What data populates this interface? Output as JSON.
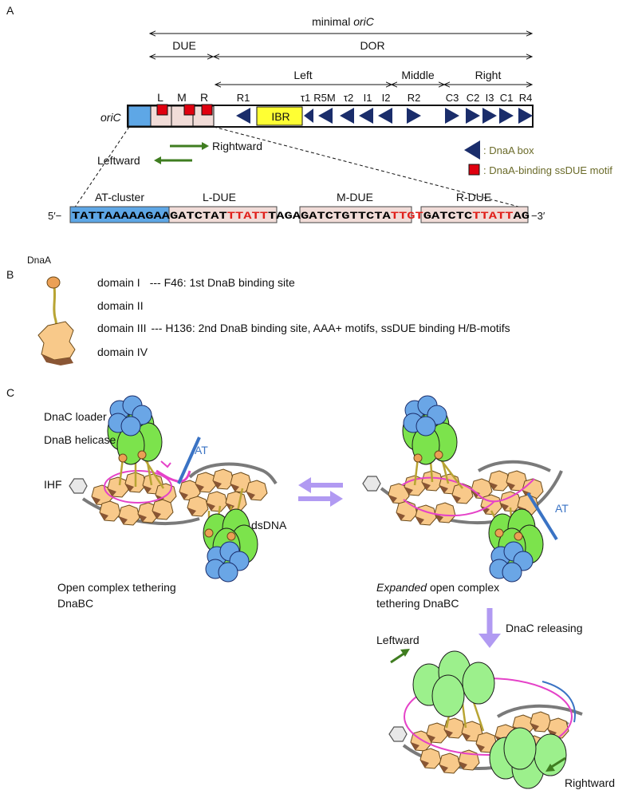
{
  "panel_labels": {
    "a": "A",
    "b": "B",
    "c": "C"
  },
  "panel_a": {
    "minimal_oric": {
      "prefix": "minimal ",
      "italic": "oriC"
    },
    "due": "DUE",
    "dor": "DOR",
    "left": "Left",
    "middle": "Middle",
    "right": "Right",
    "due_small": [
      "L",
      "M",
      "R"
    ],
    "box_labels": [
      "R1",
      "τ1",
      "R5M",
      "τ2",
      "I1",
      "I2",
      "R2",
      "C3",
      "C2",
      "I3",
      "C1",
      "R4"
    ],
    "oric_label": "oriC",
    "ibr": "IBR",
    "rightward": "Rightward",
    "leftward": "Leftward",
    "legend_dnaa_box": ": DnaA box",
    "legend_ssdue_motif": ": DnaA-binding ssDUE motif",
    "seg_labels": [
      "AT-cluster",
      "L-DUE",
      "M-DUE",
      "R-DUE"
    ],
    "seq_prefix": "5′−",
    "seq_suffix": "−3′",
    "seq_parts": [
      {
        "text": "TATTAAAAAGAA",
        "color": "#111111"
      },
      {
        "text": "GATCTAT",
        "color": "#111111"
      },
      {
        "text": "TTATT",
        "color": "#e0201b"
      },
      {
        "text": "TAGA",
        "color": "#111111"
      },
      {
        "text": "GATCTGTTCTA",
        "color": "#111111"
      },
      {
        "text": "TTGT",
        "color": "#e0201b"
      },
      {
        "text": "GATCTC",
        "color": "#111111"
      },
      {
        "text": "TTATT",
        "color": "#e0201b"
      },
      {
        "text": "AG",
        "color": "#111111"
      }
    ]
  },
  "panel_b": {
    "title": "DnaA",
    "domains": [
      {
        "name": "domain I",
        "note": "--- F46: 1st DnaB binding site"
      },
      {
        "name": "domain II",
        "note": ""
      },
      {
        "name": "domain III",
        "note": "--- H136: 2nd DnaB binding site, AAA+ motifs,  ssDUE binding H/B-motifs"
      },
      {
        "name": "domain IV",
        "note": ""
      }
    ]
  },
  "panel_c": {
    "dnac_loader": "DnaC loader",
    "dnab_helicase": "DnaB helicase",
    "ihf": "IHF",
    "dsdna": "dsDNA",
    "at": "AT",
    "open_complex_1": "Open complex tethering",
    "open_complex_2": "DnaBC",
    "expanded_italic": "Expanded",
    "expanded_rest": " open complex",
    "expanded_2": "tethering DnaBC",
    "dnac_releasing": "DnaC releasing",
    "leftward": "Leftward",
    "rightward": "Rightward"
  },
  "colors": {
    "blue_box": "#5ea7e6",
    "due_pink": "#f1dcd8",
    "ssdue_red": "#e0000f",
    "ibr_yellow": "#ffff33",
    "dnaa_box_navy": "#1a2d6b",
    "legend_green": "#6b6b2a",
    "arrow_green": "#3f7d20",
    "dnaa_domain": "#f8c98a",
    "dnaa_outline": "#6b4a1a",
    "domain_iv_brown": "#8a5634",
    "linker_olive": "#b8a433",
    "dnab_green": "#7ce34c",
    "dnab_light": "#9cf08c",
    "dnac_blue": "#6aa6e6",
    "ssdna_magenta": "#e542c8",
    "at_blue": "#3a73c4",
    "equil_purple": "#b19af2",
    "dna_gray": "#7a7a7a"
  }
}
